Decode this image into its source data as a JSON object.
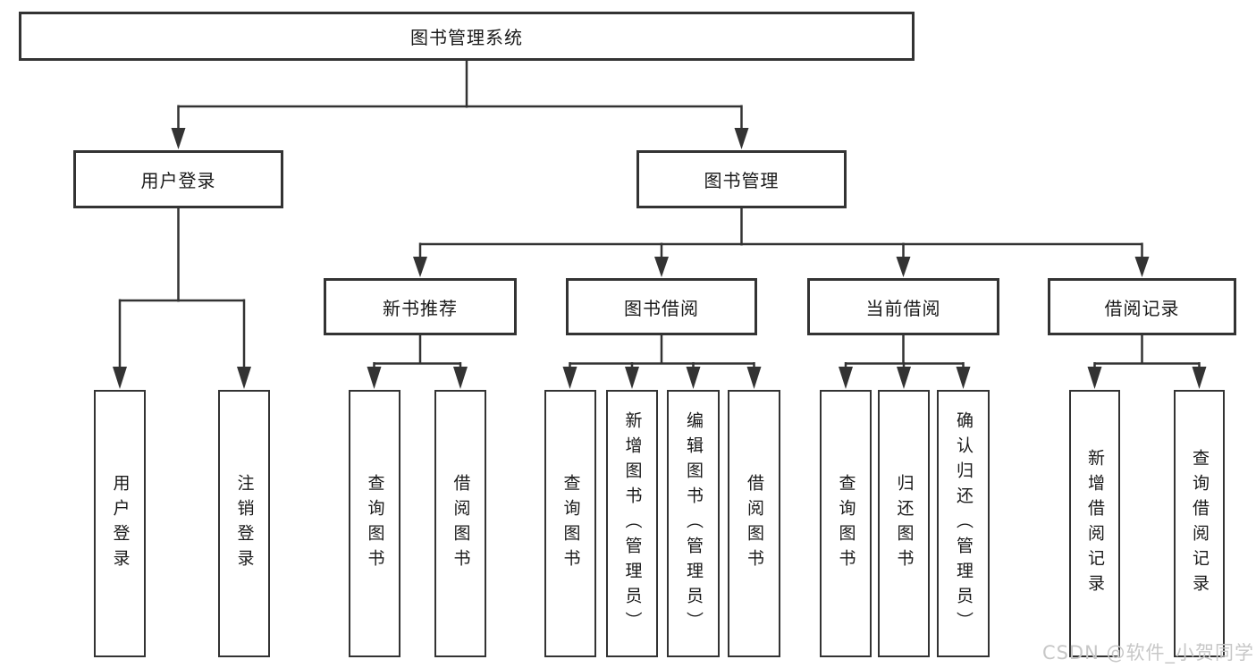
{
  "diagram_type": "hierarchy-tree",
  "colors": {
    "line": "#333333",
    "box_border": "#333333",
    "text": "#1a1a1a",
    "background": "#ffffff",
    "watermark": "#c7c7c7"
  },
  "tree": {
    "label": "图书管理系统",
    "children": [
      {
        "label": "用户登录",
        "children": [
          {
            "label": "用户登录"
          },
          {
            "label": "注销登录"
          }
        ]
      },
      {
        "label": "图书管理",
        "children": [
          {
            "label": "新书推荐",
            "children": [
              {
                "label": "查询图书"
              },
              {
                "label": "借阅图书"
              }
            ]
          },
          {
            "label": "图书借阅",
            "children": [
              {
                "label": "查询图书"
              },
              {
                "label": "新增图书（管理员）"
              },
              {
                "label": "编辑图书（管理员）"
              },
              {
                "label": "借阅图书"
              }
            ]
          },
          {
            "label": "当前借阅",
            "children": [
              {
                "label": "查询图书"
              },
              {
                "label": "归还图书"
              },
              {
                "label": "确认归还（管理员）"
              }
            ]
          },
          {
            "label": "借阅记录",
            "children": [
              {
                "label": "新增借阅记录"
              },
              {
                "label": "查询借阅记录"
              }
            ]
          }
        ]
      }
    ]
  },
  "watermark": {
    "text": "CSDN @软件_小贺同学"
  }
}
